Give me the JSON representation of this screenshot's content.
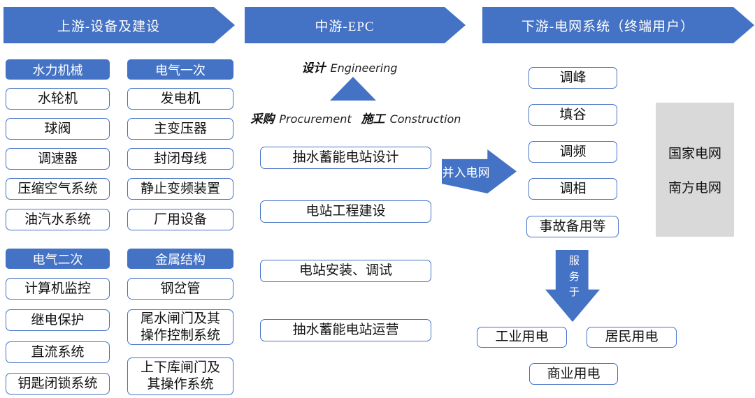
{
  "colors": {
    "primary_blue": "#4472C4",
    "gray_box": "#D9D9D9"
  },
  "banners": {
    "upstream": "上游-设备及建设",
    "midstream": "中游-EPC",
    "downstream": "下游-电网系统（终端用户）"
  },
  "upstream": {
    "groups": [
      {
        "header": "水力机械",
        "items": [
          "水轮机",
          "球阀",
          "调速器",
          "压缩空气系统",
          "油汽水系统"
        ]
      },
      {
        "header": "电气一次",
        "items": [
          "发电机",
          "主变压器",
          "封闭母线",
          "静止变频装置",
          "厂用设备"
        ]
      },
      {
        "header": "电气二次",
        "items": [
          "计算机监控",
          "继电保护",
          "直流系统",
          "钥匙闭锁系统"
        ]
      },
      {
        "header": "金属结构",
        "items": [
          "钢岔管",
          "尾水闸门及其操作控制系统",
          "上下库闸门及其操作系统"
        ]
      }
    ]
  },
  "midstream": {
    "epc": {
      "design_cn": "设计",
      "design_en": "Engineering",
      "procurement_cn": "采购",
      "procurement_en": "Procurement",
      "construction_cn": "施工",
      "construction_en": "Construction"
    },
    "boxes": [
      "抽水蓄能电站设计",
      "电站工程建设",
      "电站安装、调试",
      "抽水蓄能电站运营"
    ],
    "grid_arrow": "并入电网"
  },
  "downstream": {
    "functions": [
      "调峰",
      "填谷",
      "调频",
      "调相",
      "事故备用等"
    ],
    "grid_companies": [
      "国家电网",
      "南方电网"
    ],
    "serve_arrow": "服务于",
    "end_users": [
      "工业用电",
      "居民用电",
      "商业用电"
    ]
  }
}
